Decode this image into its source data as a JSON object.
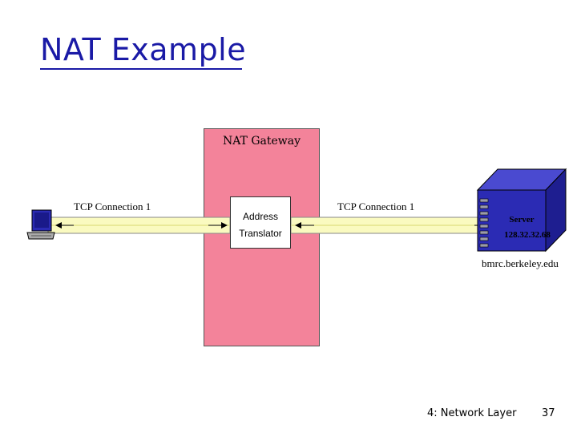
{
  "title": "NAT Example",
  "gateway": {
    "label": "NAT Gateway"
  },
  "connections": {
    "left_label": "TCP Connection 1",
    "right_label": "TCP Connection 1"
  },
  "translator": {
    "line1": "Address",
    "line2": "Translator"
  },
  "server": {
    "name": "Server",
    "ip": "128.32.32.68",
    "hostname": "bmrc.berkeley.edu"
  },
  "footer": {
    "section": "4: Network Layer",
    "page": "37"
  },
  "colors": {
    "title": "#1a1aa6",
    "gateway": "#f3839a",
    "tube": "#fafac0",
    "server": "#2b2bb4"
  },
  "icons": {
    "client": "computer-icon",
    "server": "server-icon"
  }
}
